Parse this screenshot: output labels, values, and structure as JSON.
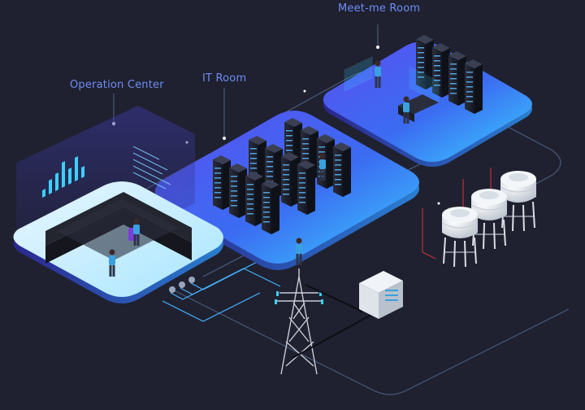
{
  "labels": {
    "meet_me_room": "Meet-me Room",
    "it_room": "IT Room",
    "operation_center": "Operation Center"
  },
  "colors": {
    "background": "#1f2130",
    "label_text": "#6f8cf5",
    "platform_gradient_start": "#5a4ff0",
    "platform_gradient_end": "#3ad0ff",
    "network_line": "#4a5a7a",
    "power_cable": "#c0303a",
    "glow": "#7fd6ff"
  },
  "icons": [
    "server-rack-icon",
    "operator-icon",
    "power-tower-icon",
    "storage-tank-icon",
    "switchgear-cabinet-icon",
    "dashboard-screen-icon"
  ]
}
